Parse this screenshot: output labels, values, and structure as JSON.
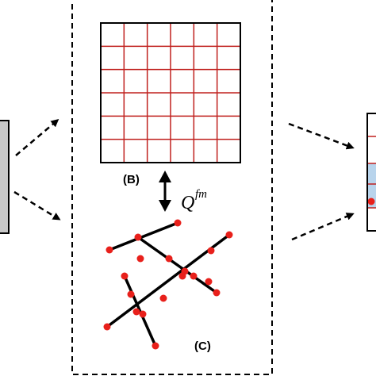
{
  "panel_b": {
    "label": "(B)",
    "grid_rows": 6,
    "grid_cols": 6
  },
  "panel_c": {
    "label": "(C)"
  },
  "coupling": {
    "symbol": "Q",
    "superscript": "fm"
  },
  "colors": {
    "grid_line": "#c0201e",
    "node": "#e8201b",
    "segment": "#000000",
    "arrow": "#000000",
    "right_panel_fill": "#b8d4ec",
    "left_panel_fill": "#c8c8c8"
  }
}
